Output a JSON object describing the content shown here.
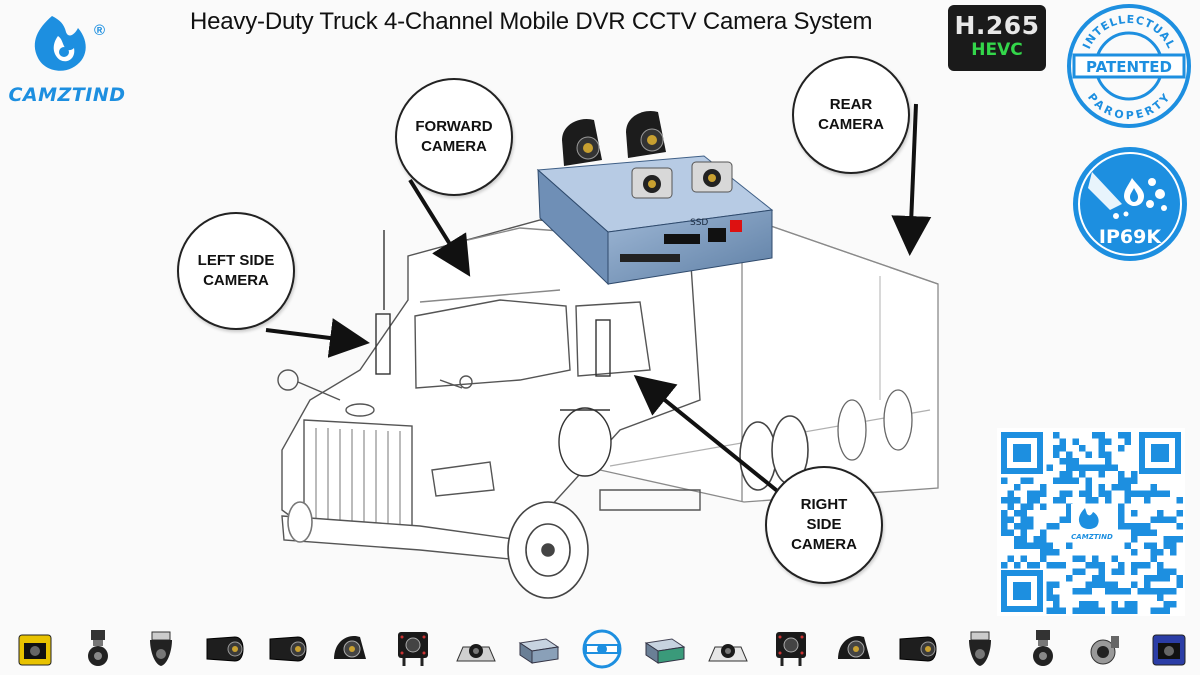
{
  "brand": {
    "name": "CAMZTIND",
    "registered_mark": "®",
    "color": "#1d8fe0"
  },
  "title": "Heavy-Duty Truck 4-Channel Mobile DVR CCTV Camera System",
  "codec_badge": {
    "top": "H.265",
    "bottom": "HEVC"
  },
  "patent_badge": {
    "ring_top": "INTELLECTUAL",
    "center": "PATENTED",
    "ring_bottom": "PAROPERTY"
  },
  "ip_badge": {
    "label": "IP69K",
    "icon": "water-droplets-icon"
  },
  "callouts": {
    "left": "LEFT SIDE\nCAMERA",
    "forward": "FORWARD\nCAMERA",
    "rear": "REAR\nCAMERA",
    "right": "RIGHT\nSIDE\nCAMERA"
  },
  "dvr_label": "SSD",
  "qr": {
    "logo_text": "CAMZTIND"
  },
  "products": [
    {
      "icon": "yellow-box-camera-icon"
    },
    {
      "icon": "mini-bullet-camera-icon"
    },
    {
      "icon": "bracket-camera-icon"
    },
    {
      "icon": "side-mount-camera-icon"
    },
    {
      "icon": "side-mount-camera-icon"
    },
    {
      "icon": "dome-ir-camera-icon"
    },
    {
      "icon": "square-ir-camera-icon"
    },
    {
      "icon": "rear-view-camera-icon"
    },
    {
      "icon": "mobile-dvr-icon"
    },
    {
      "icon": "patent-seal-icon"
    },
    {
      "icon": "mobile-dvr-green-icon"
    },
    {
      "icon": "white-rear-camera-icon"
    },
    {
      "icon": "square-ir-camera-icon"
    },
    {
      "icon": "dome-camera-icon"
    },
    {
      "icon": "side-mount-camera-icon"
    },
    {
      "icon": "bracket-camera-icon"
    },
    {
      "icon": "mini-bullet-camera-icon"
    },
    {
      "icon": "lens-camera-icon"
    },
    {
      "icon": "blue-box-camera-icon"
    }
  ],
  "colors": {
    "accent": "#1d8fe0",
    "hevc_green": "#33d64a"
  }
}
